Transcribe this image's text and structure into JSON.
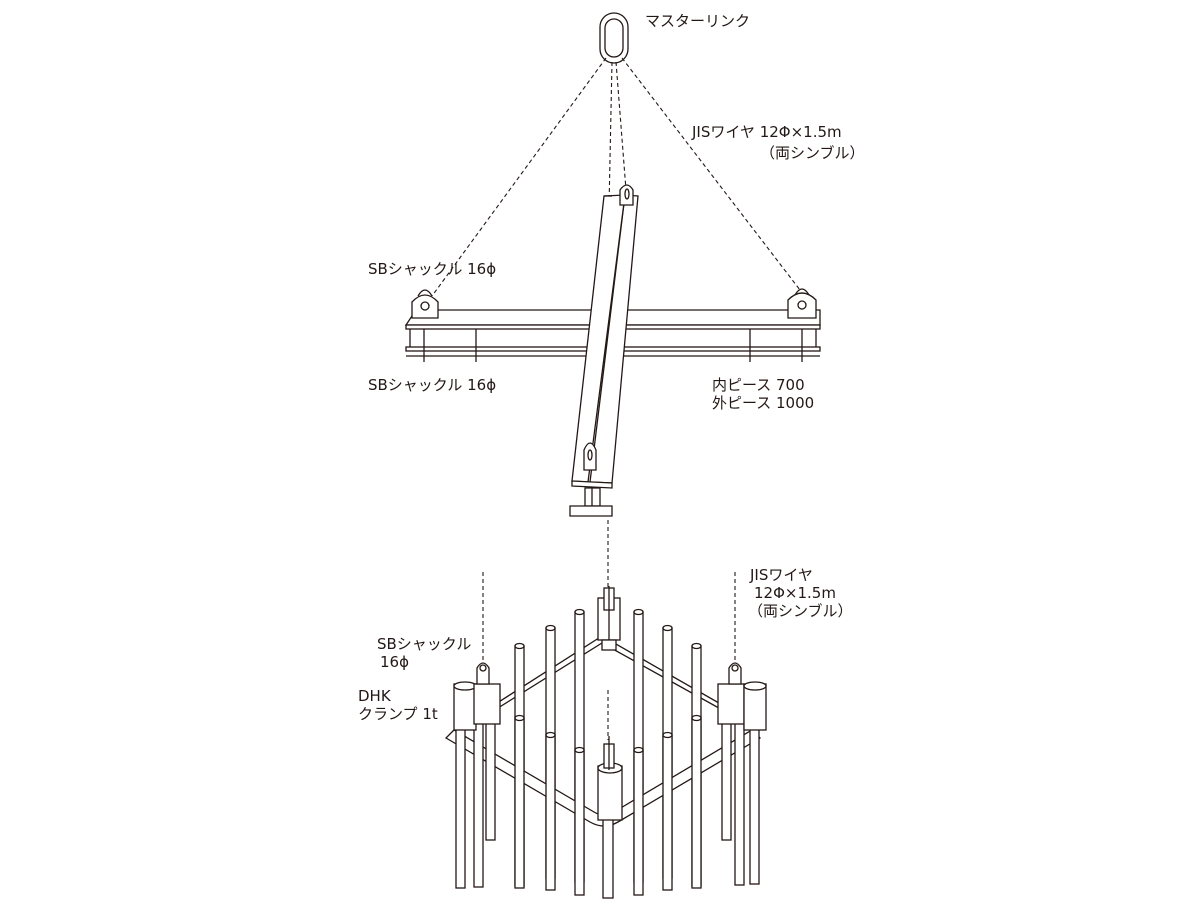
{
  "labels": {
    "master_link": "マスターリンク",
    "wire_top_1": "JISワイヤ 12Φ×1.5m",
    "wire_top_2": "（両シンブル）",
    "shackle_top": "SBシャックル 16ϕ",
    "shackle_mid": "SBシャックル 16ϕ",
    "piece_inner": "内ピース  700",
    "piece_outer": "外ピース  1000",
    "wire_bottom_1": "JISワイヤ",
    "wire_bottom_2": "12Φ×1.5m",
    "wire_bottom_3": "（両シンブル）",
    "shackle_bottom_1": "SBシャックル",
    "shackle_bottom_2": "16ϕ",
    "clamp_1": "DHK",
    "clamp_2": "クランプ 1t"
  },
  "colors": {
    "ink": "#231815",
    "background": "#ffffff"
  }
}
